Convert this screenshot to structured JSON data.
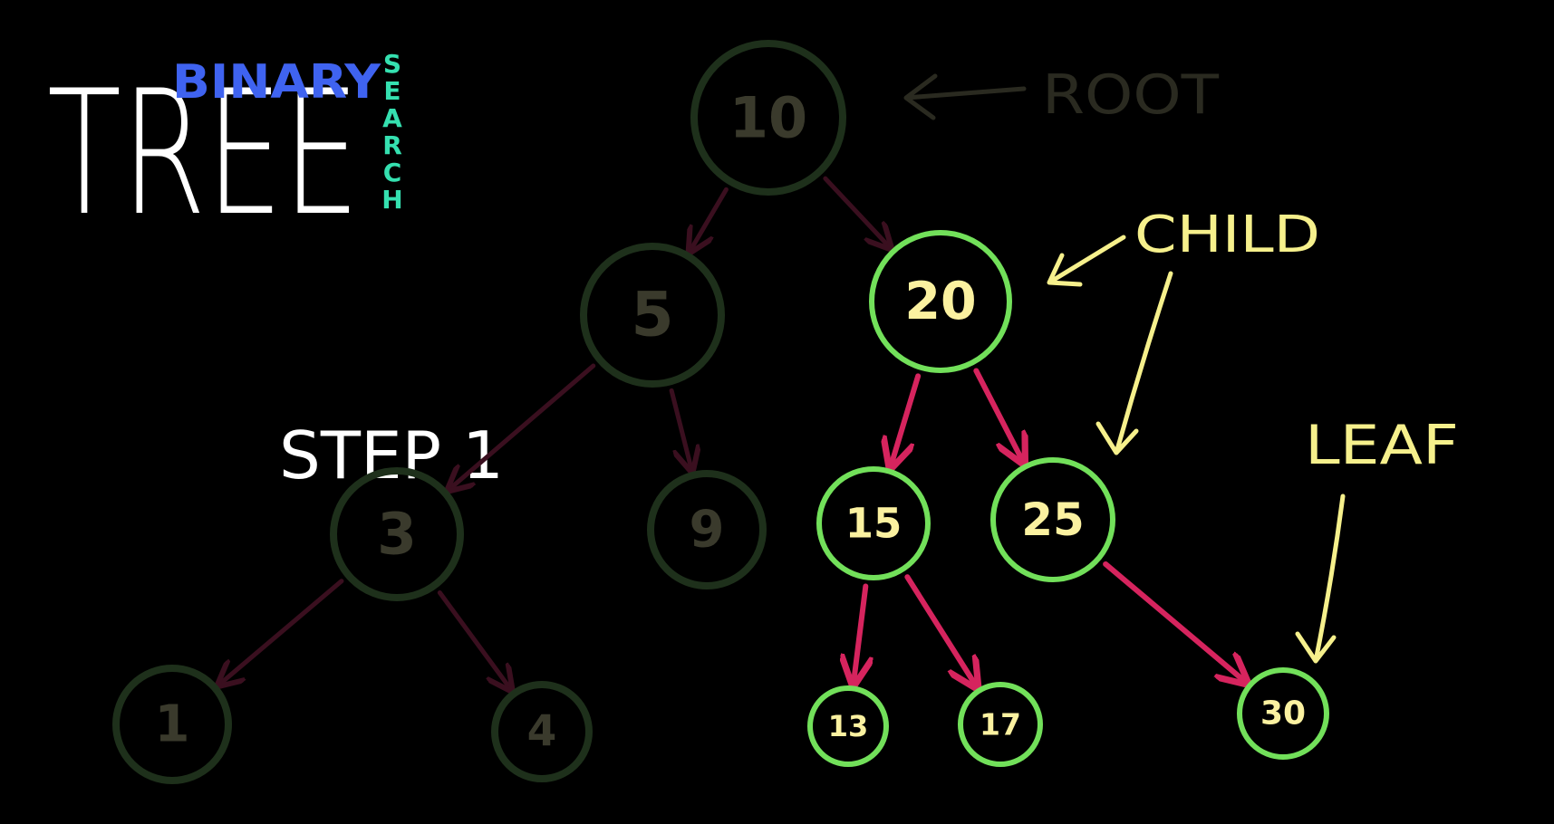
{
  "title": {
    "main": "TREE",
    "top": "BINARY",
    "side_letters": [
      "S",
      "E",
      "A",
      "R",
      "C",
      "H"
    ],
    "top_color": "#3f63f0",
    "side_color": "#35e0b0",
    "main_color": "#ffffff"
  },
  "step_label": "STEP 1",
  "annotations": {
    "root": "ROOT",
    "child": "CHILD",
    "leaf": "LEAF"
  },
  "colors": {
    "background": "#000000",
    "active_node": "#72e05a",
    "active_text": "#fbf1a0",
    "active_edge": "#d6245e",
    "faded_node": "#1e301b",
    "faded_text": "#3a3a2c",
    "faded_edge": "#3a0f1f",
    "annotation": "#f6f08c",
    "faded_annotation": "#2a2a20"
  },
  "nodes": [
    {
      "id": "10",
      "label": "10",
      "state": "faded"
    },
    {
      "id": "5",
      "label": "5",
      "state": "faded"
    },
    {
      "id": "3",
      "label": "3",
      "state": "faded"
    },
    {
      "id": "9",
      "label": "9",
      "state": "faded"
    },
    {
      "id": "1",
      "label": "1",
      "state": "faded"
    },
    {
      "id": "4",
      "label": "4",
      "state": "faded"
    },
    {
      "id": "20",
      "label": "20",
      "state": "active"
    },
    {
      "id": "15",
      "label": "15",
      "state": "active"
    },
    {
      "id": "25",
      "label": "25",
      "state": "active"
    },
    {
      "id": "13",
      "label": "13",
      "state": "active"
    },
    {
      "id": "17",
      "label": "17",
      "state": "active"
    },
    {
      "id": "30",
      "label": "30",
      "state": "active"
    }
  ],
  "edges": [
    {
      "from": "10",
      "to": "5",
      "state": "faded"
    },
    {
      "from": "10",
      "to": "20",
      "state": "faded"
    },
    {
      "from": "5",
      "to": "3",
      "state": "faded"
    },
    {
      "from": "5",
      "to": "9",
      "state": "faded"
    },
    {
      "from": "3",
      "to": "1",
      "state": "faded"
    },
    {
      "from": "3",
      "to": "4",
      "state": "faded"
    },
    {
      "from": "20",
      "to": "15",
      "state": "active"
    },
    {
      "from": "20",
      "to": "25",
      "state": "active"
    },
    {
      "from": "15",
      "to": "13",
      "state": "active"
    },
    {
      "from": "15",
      "to": "17",
      "state": "active"
    },
    {
      "from": "25",
      "to": "30",
      "state": "active"
    }
  ]
}
